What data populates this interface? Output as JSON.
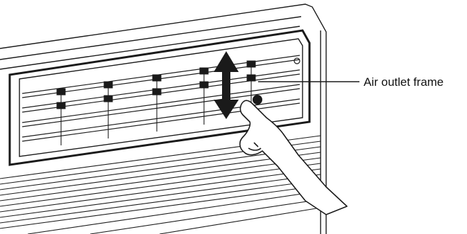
{
  "diagram": {
    "callout_label": "Air outlet frame"
  },
  "colors": {
    "line": "#1a1a1a",
    "frame_fill": "#ffffff",
    "background": "#ffffff"
  },
  "icons": {
    "adjust_arrow": "double-headed-vertical-arrow",
    "hand": "pointing-hand"
  }
}
